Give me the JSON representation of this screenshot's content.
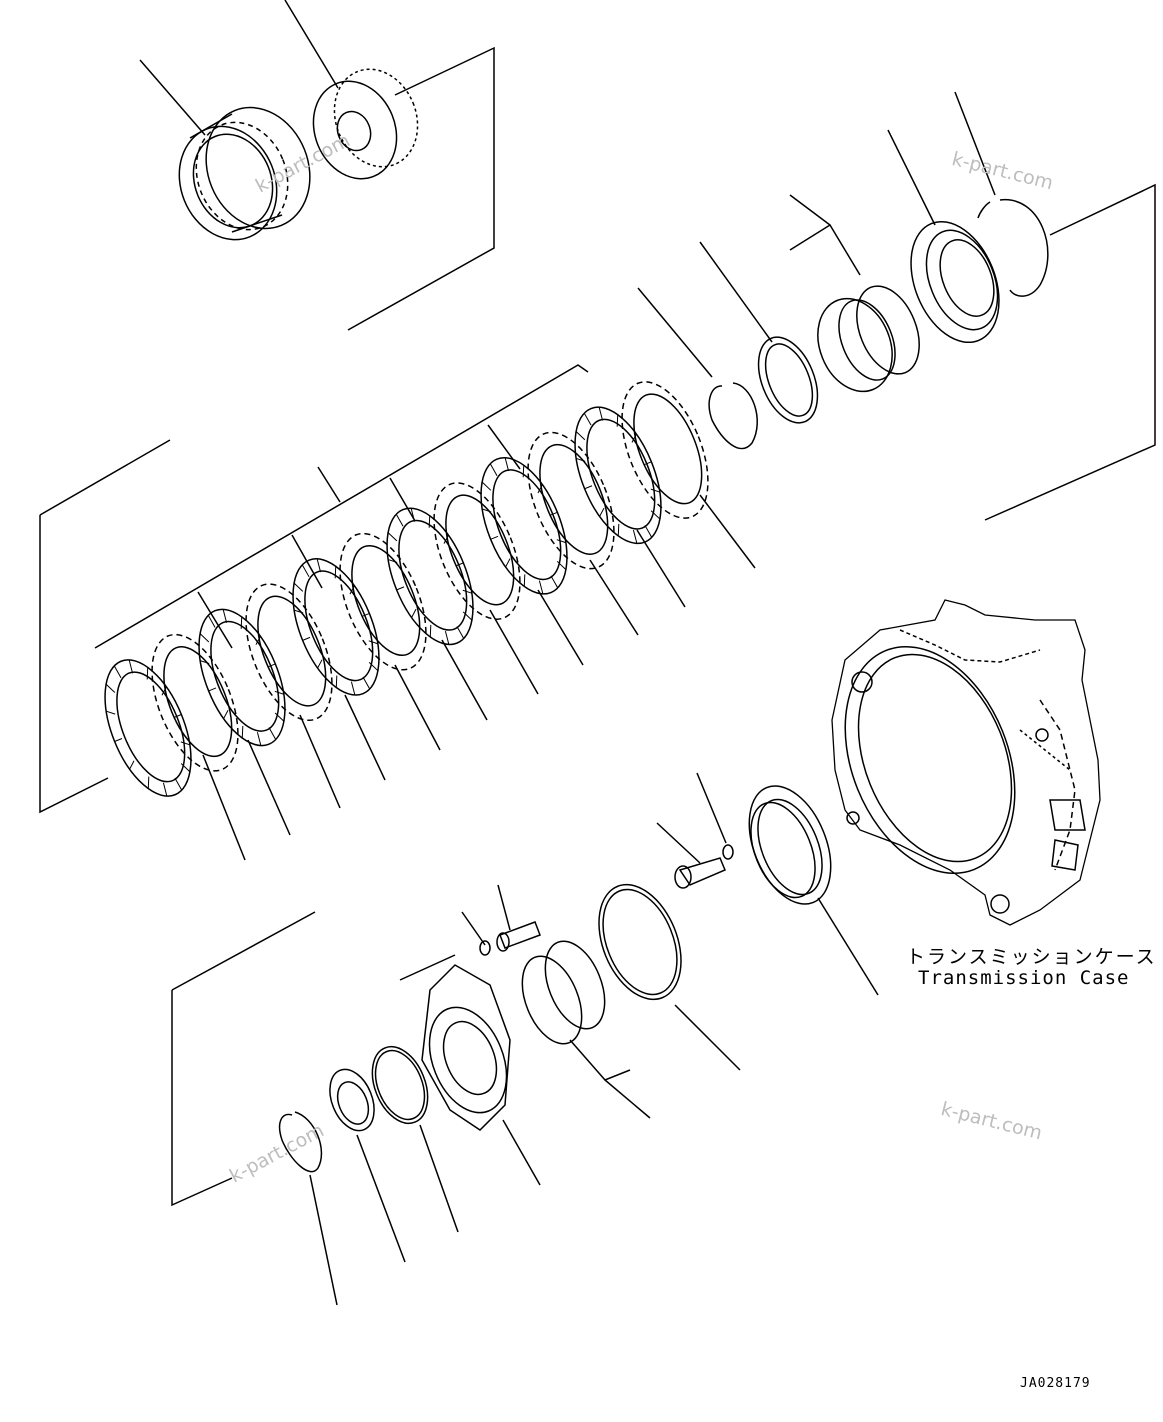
{
  "labels": {
    "case_jp": "トランスミッションケース",
    "case_en": "Transmission Case",
    "drawing_no": "JA028179"
  },
  "watermark": "k-part.com",
  "colors": {
    "line": "#000000",
    "watermark": "#bdbdbd"
  }
}
